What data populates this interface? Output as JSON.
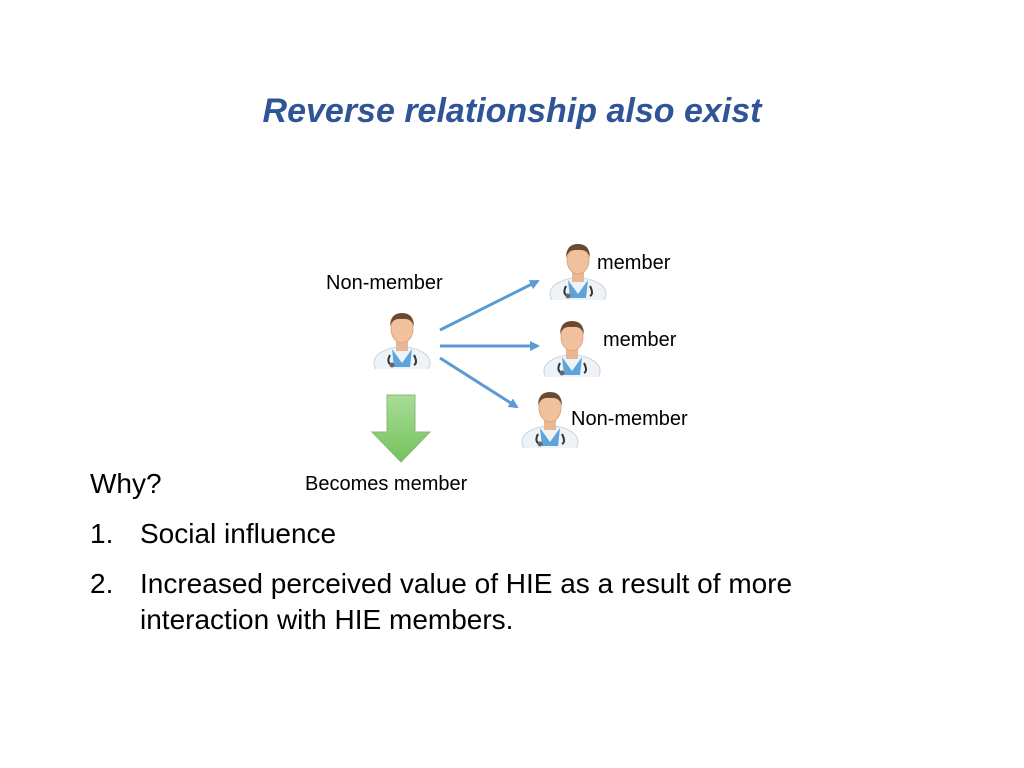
{
  "slide": {
    "title": "Reverse relationship also exist"
  },
  "diagram": {
    "source_label": "Non-member",
    "targets": [
      {
        "label": "member",
        "status": "member"
      },
      {
        "label": "member",
        "status": "member"
      },
      {
        "label": "Non-member",
        "status": "non-member"
      }
    ],
    "becomes_label": "Becomes member",
    "icons": {
      "person": "doctor-icon",
      "transition": "down-arrow-icon"
    },
    "colors": {
      "arrow": "#5b9bd5",
      "down_arrow": "#8fd17a",
      "title": "#2f5597",
      "coat": "#eef3f8",
      "scrubs": "#5da4dc"
    }
  },
  "why": {
    "heading": "Why?",
    "items": [
      {
        "num": "1.",
        "text": "Social influence"
      },
      {
        "num": "2.",
        "text": "Increased perceived value of HIE as a result of more interaction with HIE members."
      }
    ]
  }
}
